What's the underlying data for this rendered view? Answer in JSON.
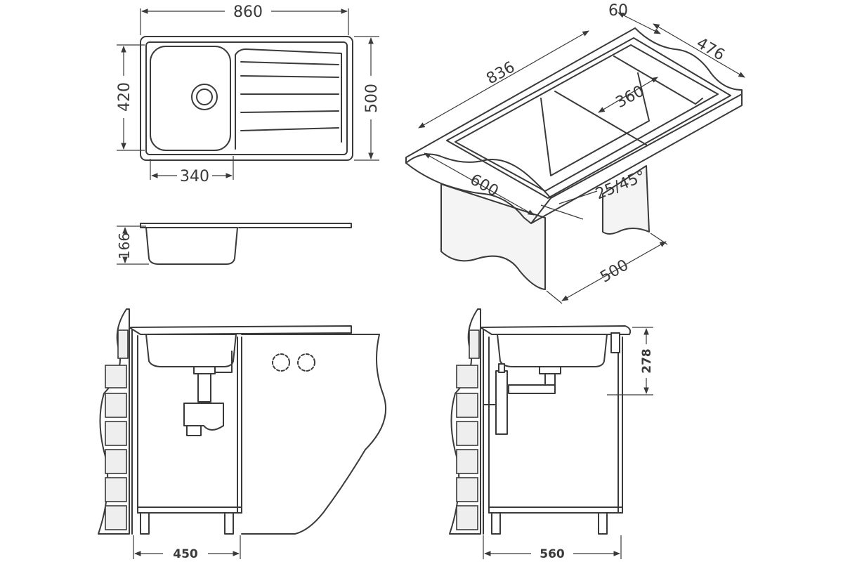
{
  "dimensions": {
    "top_width": "860",
    "top_height_outer": "500",
    "top_height_inner": "420",
    "bowl_width": "340",
    "side_depth": "166",
    "iso_length": "836",
    "iso_offset": "60",
    "iso_depth": "476",
    "iso_bowl": "360",
    "iso_cabinet_front": "600",
    "iso_angle": "25/45°",
    "iso_cabinet_depth": "500",
    "front_cabinet_width": "450",
    "side_view_height": "278",
    "side_cabinet_width": "560"
  }
}
